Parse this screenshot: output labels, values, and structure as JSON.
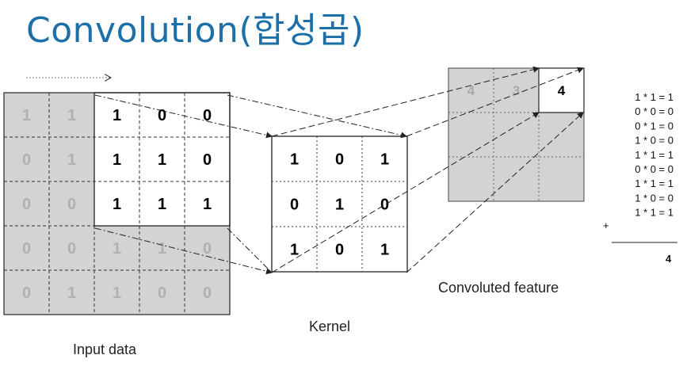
{
  "title": "Convolution(합성곱)",
  "labels": {
    "input": "Input data",
    "kernel": "Kernel",
    "feature": "Convoluted feature"
  },
  "input_grid": [
    [
      "1",
      "1",
      "1",
      "0",
      "0"
    ],
    [
      "0",
      "1",
      "1",
      "1",
      "0"
    ],
    [
      "0",
      "0",
      "1",
      "1",
      "1"
    ],
    [
      "0",
      "0",
      "1",
      "1",
      "0"
    ],
    [
      "0",
      "1",
      "1",
      "0",
      "0"
    ]
  ],
  "kernel_grid": [
    [
      "1",
      "0",
      "1"
    ],
    [
      "0",
      "1",
      "0"
    ],
    [
      "1",
      "0",
      "1"
    ]
  ],
  "feature_grid": [
    [
      "4",
      "3",
      "4"
    ],
    [
      "",
      "",
      ""
    ],
    [
      "",
      "",
      ""
    ]
  ],
  "calculation": {
    "lines": [
      "1 * 1 = 1",
      "0 * 0 = 0",
      "0 * 1 = 0",
      "1 * 0 = 0",
      "1 * 1 = 1",
      "0 * 0 = 0",
      "1 * 1 = 1",
      "1 * 0 = 0",
      "1 * 1 = 1"
    ],
    "plus": "+",
    "total": "4"
  }
}
